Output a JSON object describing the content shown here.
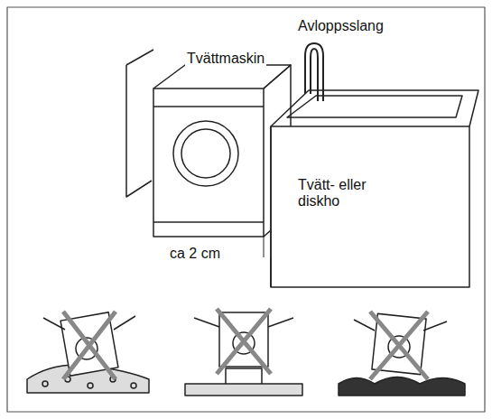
{
  "diagram": {
    "labels": [
      "Avloppsslang",
      "Tvättmaskin",
      "Tvätt- eller diskho",
      "ca 2 cm"
    ]
  }
}
